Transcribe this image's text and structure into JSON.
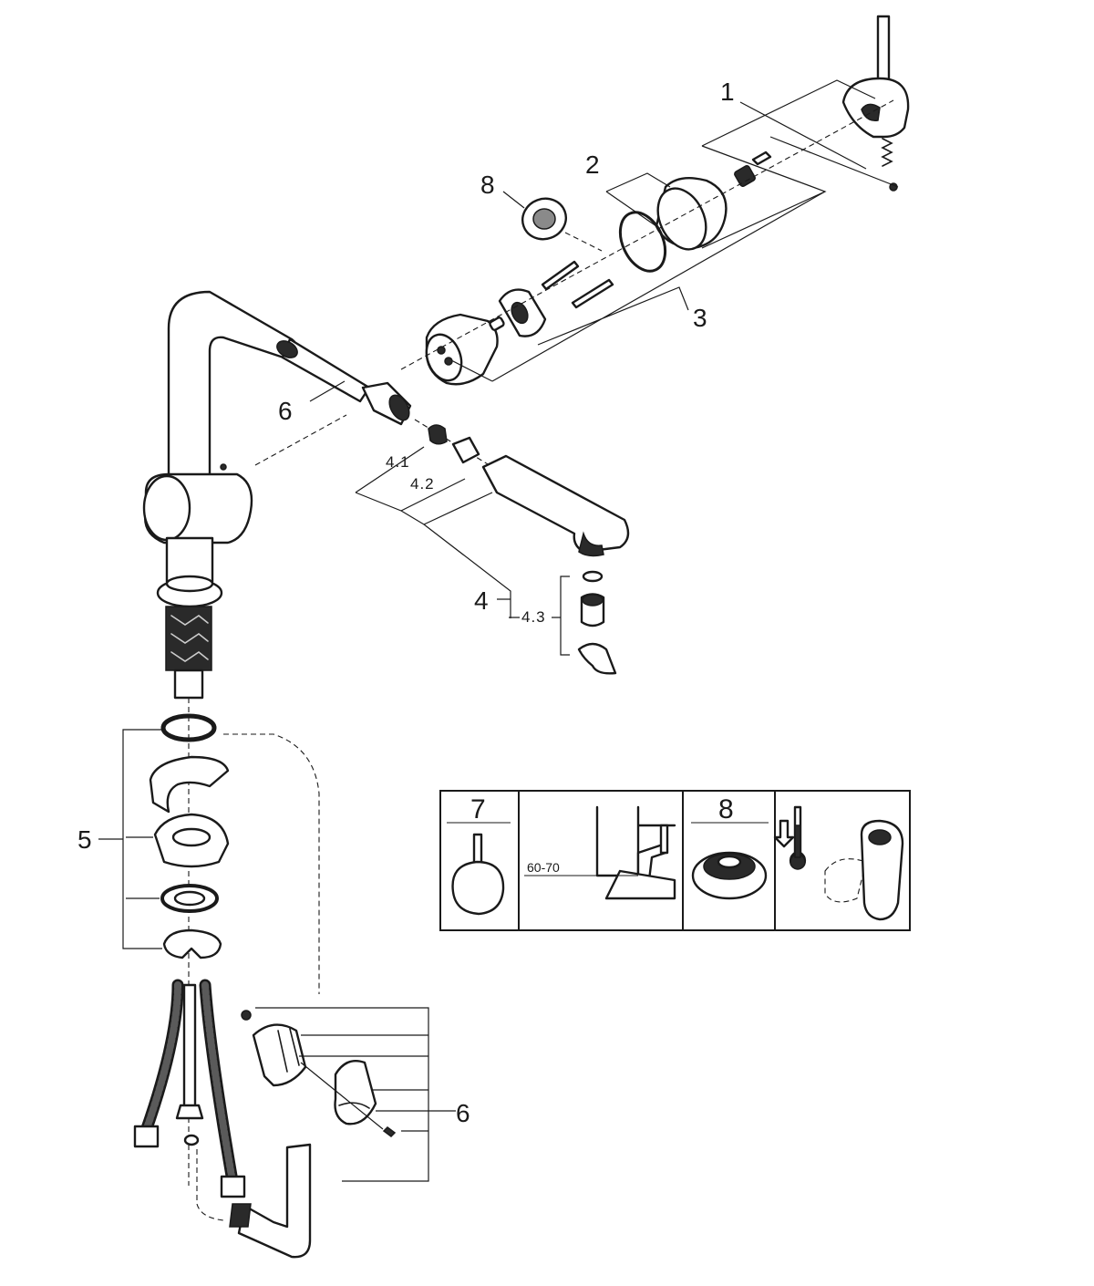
{
  "callouts": {
    "c1": "1",
    "c2": "2",
    "c3": "3",
    "c4": "4",
    "c41": "4.1",
    "c42": "4.2",
    "c43": "4.3",
    "c5": "5",
    "c6_spout": "6",
    "c6_bracket": "6",
    "c8": "8"
  },
  "info_panel": {
    "cells": [
      {
        "number": "7",
        "icon": "handle-lever-icon"
      },
      {
        "number": "",
        "icon": "installation-height-icon",
        "measure": "60-70"
      },
      {
        "number": "8",
        "icon": "cap-disc-icon"
      },
      {
        "number": "",
        "icon": "thermometer-temperature-icon"
      }
    ]
  },
  "colors": {
    "line": "#1a1a1a",
    "dark_fill": "#2a2a2a",
    "background": "#ffffff"
  }
}
